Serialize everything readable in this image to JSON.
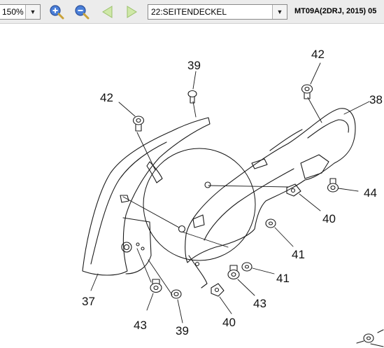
{
  "toolbar": {
    "zoom_value": "150%",
    "section_value": "22:SEITENDECKEL",
    "document_label": "MT09A(2DRJ, 2015) 05"
  },
  "diagram": {
    "callouts": {
      "c37": "37",
      "c38": "38",
      "c39a": "39",
      "c39b": "39",
      "c40a": "40",
      "c40b": "40",
      "c41a": "41",
      "c41b": "41",
      "c42a": "42",
      "c42b": "42",
      "c43a": "43",
      "c43b": "43",
      "c44": "44"
    }
  }
}
